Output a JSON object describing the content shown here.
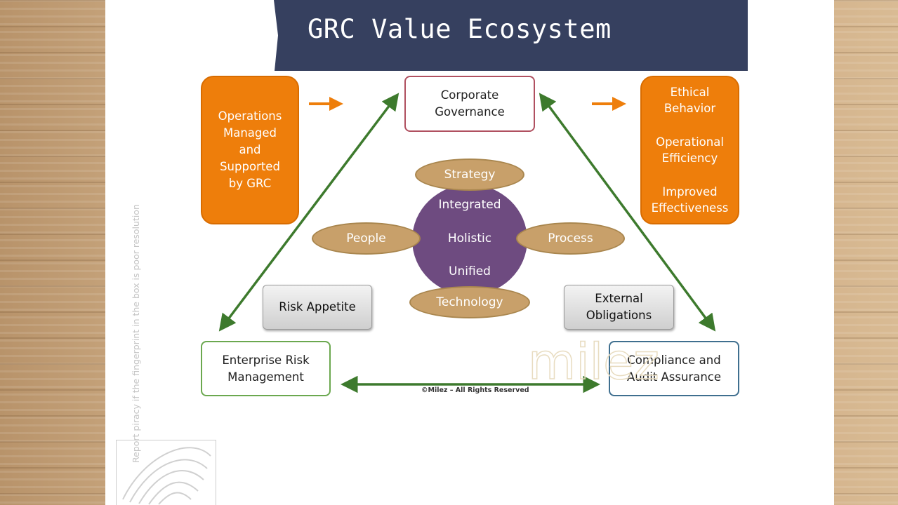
{
  "title": "GRC Value Ecosystem",
  "left_panel": [
    "Operations",
    "Managed",
    "and",
    "Supported",
    "by GRC"
  ],
  "right_panel": [
    [
      "Ethical",
      "Behavior"
    ],
    [
      "Operational",
      "Efficiency"
    ],
    [
      "Improved",
      "Effectiveness"
    ]
  ],
  "nodes": {
    "top": [
      "Corporate",
      "Governance"
    ],
    "bottom_left": [
      "Enterprise Risk",
      "Management"
    ],
    "bottom_right": [
      "Compliance and",
      "Audit Assurance"
    ]
  },
  "hub": {
    "labels": [
      "Integrated",
      "Holistic",
      "Unified"
    ],
    "ellipses": {
      "top": "Strategy",
      "left": "People",
      "right": "Process",
      "bottom": "Technology"
    }
  },
  "side_boxes": {
    "risk_appetite": "Risk Appetite",
    "external_obligations": [
      "External",
      "Obligations"
    ]
  },
  "copyright": "©Milez – All Rights Reserved",
  "watermark_text": "Report piracy if the fingerprint in the box is poor resolution",
  "logo_watermark": "milez",
  "colors": {
    "title_bar": "#36405f",
    "orange": "#ee7e0b",
    "green_arrow": "#3d7a2d",
    "top_border": "#b05060",
    "left_border": "#6ba84f",
    "right_border": "#3f6f8f",
    "hub": "#6e4b80",
    "ellipse": "#c8a06a"
  }
}
